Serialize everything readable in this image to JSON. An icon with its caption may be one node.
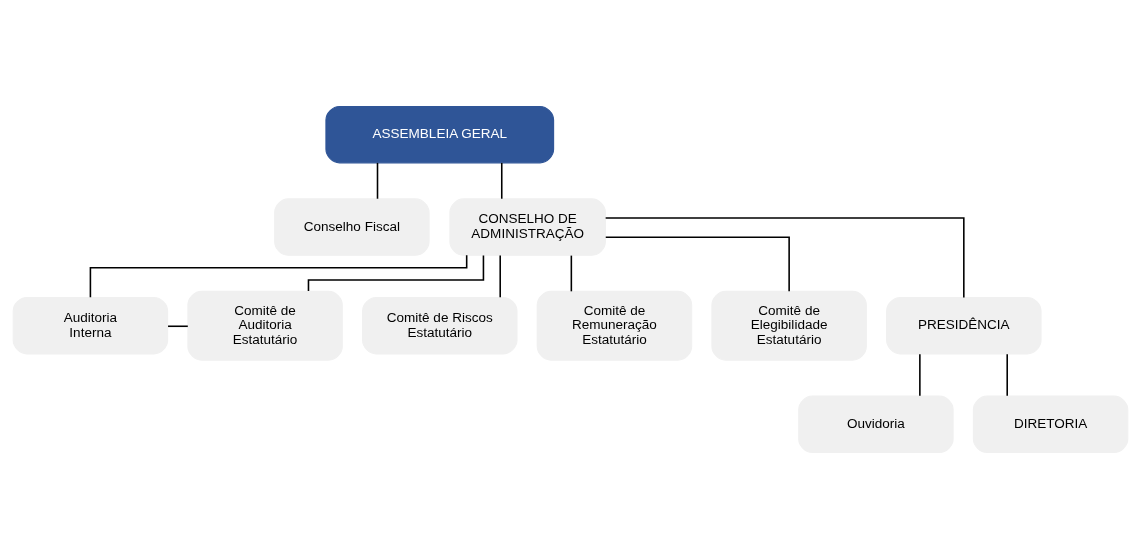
{
  "diagram": {
    "nodes": [
      {
        "text": [
          "ASSEMBLEIA GERAL"
        ]
      },
      {
        "text": [
          "Conselho Fiscal"
        ]
      },
      {
        "text": [
          "CONSELHO DE ADMINISTRAÇÃO"
        ]
      },
      {
        "text": [
          "Auditoria Interna"
        ]
      },
      {
        "text": [
          "Comitê de Auditoria Estatutário"
        ]
      },
      {
        "text": [
          "Comitê de Riscos Estatutário"
        ]
      },
      {
        "text": [
          "Comitê de Remuneração Estatutário"
        ]
      },
      {
        "text": [
          "Comitê de Elegibilidade Estatutário"
        ]
      },
      {
        "text": [
          "PRESIDÊNCIA"
        ]
      },
      {
        "text": [
          "Ouvidoria"
        ]
      },
      {
        "text": [
          "DIRETORIA"
        ]
      }
    ],
    "edges": [
      {
        "from": 0,
        "to": 1,
        "arrow": "none"
      },
      {
        "from": 0,
        "to": 2,
        "arrow": "none"
      },
      {
        "from": 2,
        "to": 3,
        "arrow": "none"
      },
      {
        "from": 2,
        "to": 4,
        "arrow": "none"
      },
      {
        "from": 2,
        "to": 5,
        "arrow": "none"
      },
      {
        "from": 2,
        "to": 6,
        "arrow": "none"
      },
      {
        "from": 2,
        "to": 7,
        "arrow": "none"
      },
      {
        "from": 3,
        "to": 4,
        "arrow": "none"
      },
      {
        "from": 2,
        "to": 8,
        "arrow": "none"
      },
      {
        "from": 8,
        "to": 9,
        "arrow": "none"
      },
      {
        "from": 8,
        "to": 10,
        "arrow": "none"
      }
    ]
  }
}
